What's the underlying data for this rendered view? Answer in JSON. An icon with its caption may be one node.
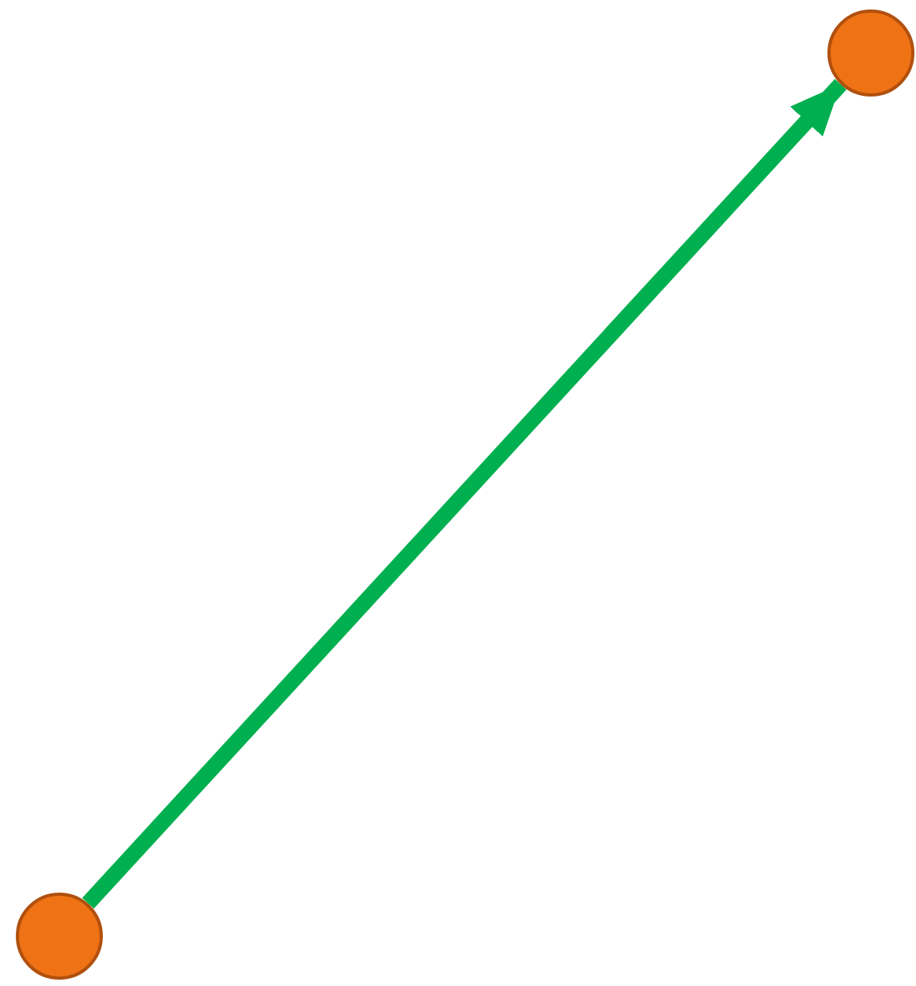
{
  "diagram": {
    "nodes": [
      {
        "text": [],
        "shape": "circle"
      },
      {
        "text": [],
        "shape": "circle"
      }
    ],
    "edges": [
      {
        "from": 0,
        "to": 1,
        "arrow": "to",
        "color": "#00b050"
      }
    ]
  }
}
